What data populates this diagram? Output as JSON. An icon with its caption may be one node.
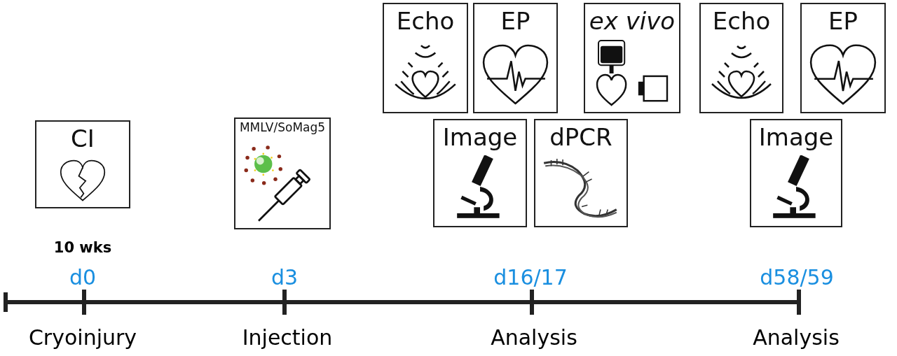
{
  "diagram": {
    "nodes": [
      {
        "text": [
          "Echo"
        ]
      },
      {
        "text": [
          "EP"
        ]
      },
      {
        "text": [
          "ex vivo"
        ]
      },
      {
        "text": [
          "Echo"
        ]
      },
      {
        "text": [
          "EP"
        ]
      },
      {
        "text": [
          "CI"
        ],
        "beside": [
          "10 wks"
        ]
      },
      {
        "text": [
          "MMLV/SoMag5"
        ]
      },
      {
        "text": [
          "Image"
        ]
      },
      {
        "text": [
          "dPCR"
        ]
      },
      {
        "text": [
          "Image"
        ]
      }
    ],
    "edges": [],
    "labels": [
      "d0",
      "d3",
      "d16/17",
      "d58/59",
      "Cryoinjury",
      "Injection",
      "Analysis",
      "Analysis"
    ]
  }
}
